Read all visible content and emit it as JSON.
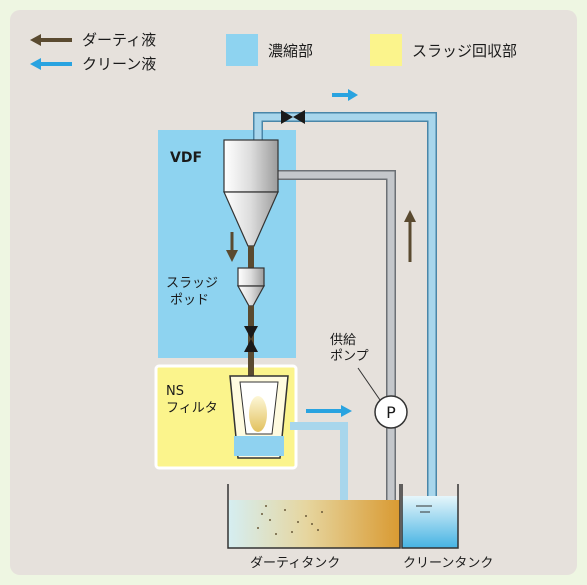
{
  "legend": {
    "dirty_liquid": "ダーティ液",
    "clean_liquid": "クリーン液",
    "concentration_section": "濃縮部",
    "sludge_recovery_section": "スラッジ回収部"
  },
  "labels": {
    "vdf": "VDF",
    "sludge_pod_line1": "スラッジ",
    "sludge_pod_line2": "ポッド",
    "supply_pump_line1": "供給",
    "supply_pump_line2": "ポンプ",
    "pump_symbol": "P",
    "ns_filter_line1": "NS",
    "ns_filter_line2": "フィルタ",
    "dirty_tank": "ダーティタンク",
    "clean_tank": "クリーンタンク"
  },
  "colors": {
    "dirty_flow": "#5a4a30",
    "clean_flow": "#29a3e0",
    "concentration_zone": "#8ed3f0",
    "sludge_zone": "#fbf48c",
    "background": "#e6e1dc",
    "pipe_gray": "#aeb1b5",
    "pipe_light_blue": "#9fd2ea"
  }
}
